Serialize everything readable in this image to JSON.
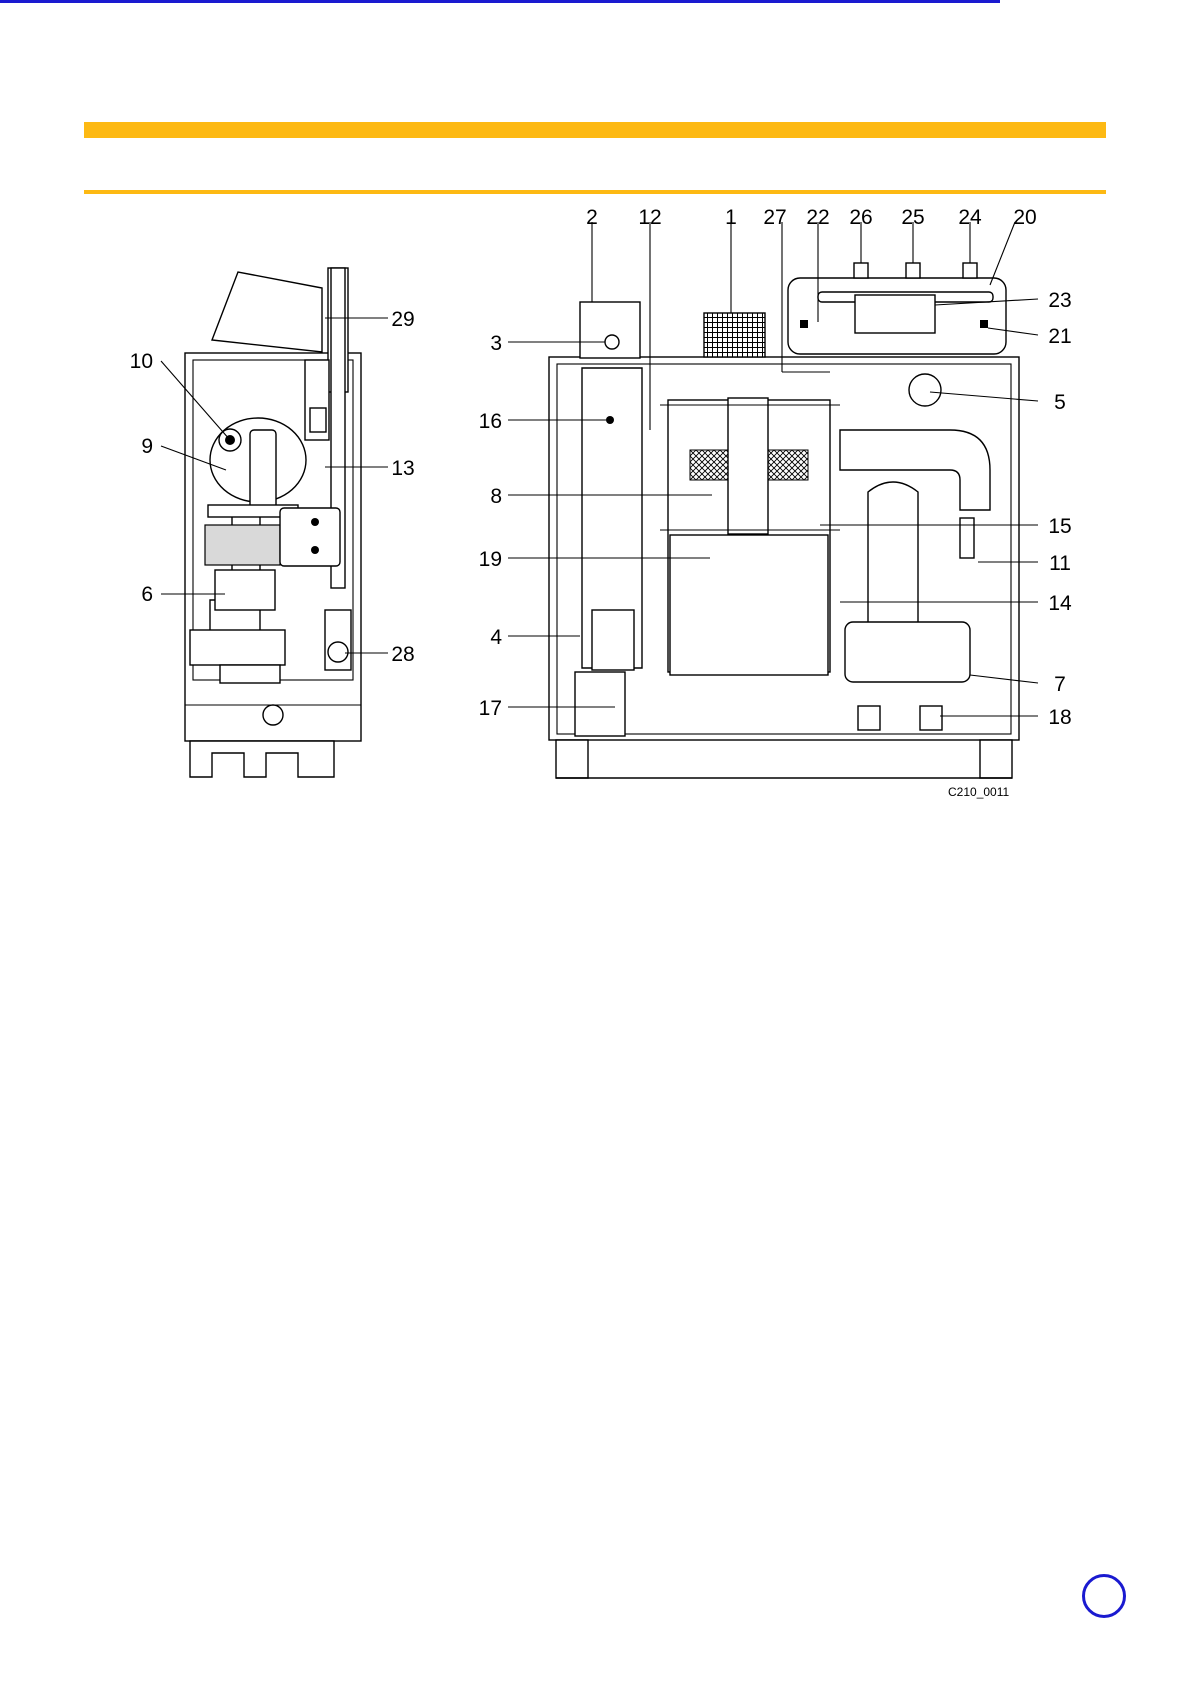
{
  "header": {
    "accent_color": "#FDB913"
  },
  "footer": {
    "line_color": "#1A1AD0",
    "page_number": ""
  },
  "figure": {
    "code": "C210_0011",
    "callouts": [
      "1",
      "2",
      "3",
      "4",
      "5",
      "6",
      "7",
      "8",
      "9",
      "10",
      "11",
      "12",
      "13",
      "14",
      "15",
      "16",
      "17",
      "18",
      "19",
      "20",
      "21",
      "22",
      "23",
      "24",
      "25",
      "26",
      "27",
      "28",
      "29"
    ]
  }
}
